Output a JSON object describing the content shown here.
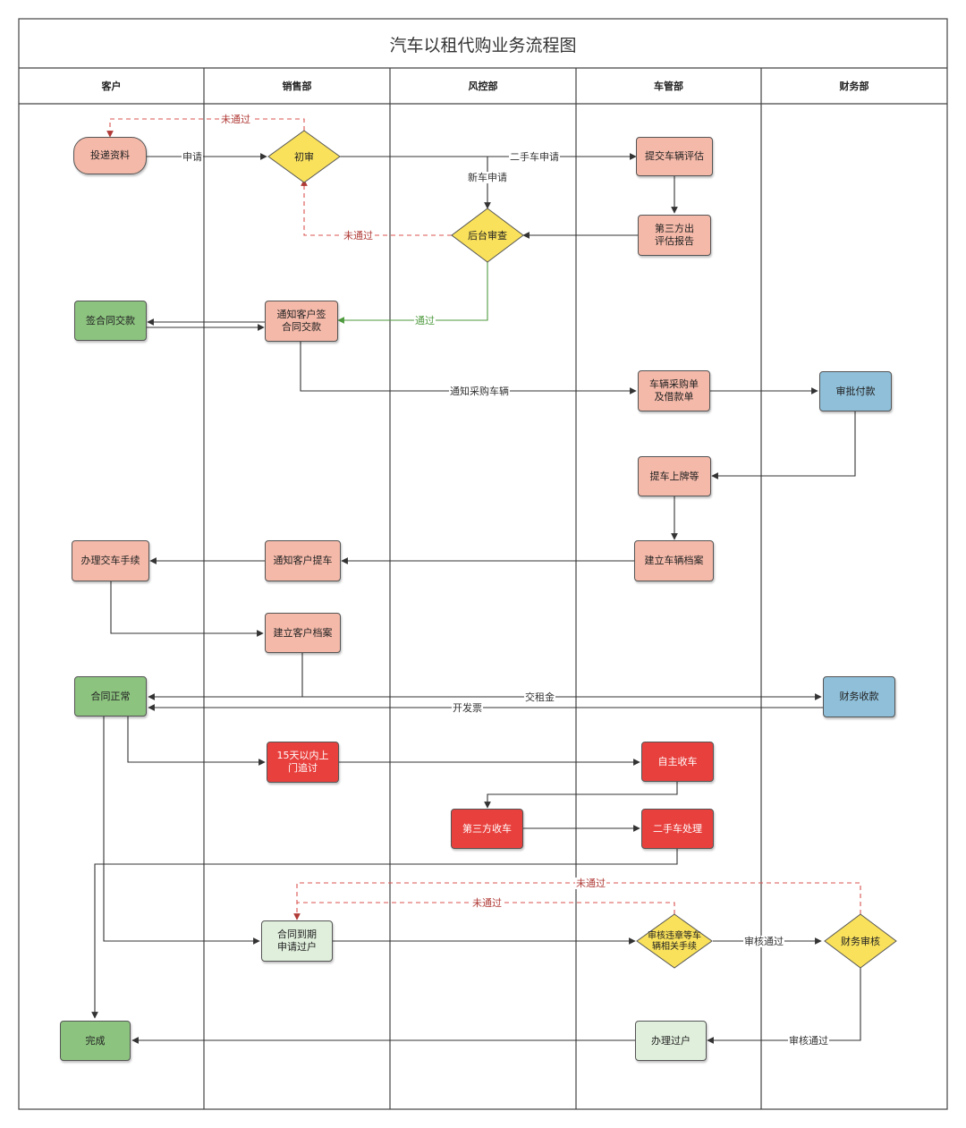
{
  "title": "汽车以租代购业务流程图",
  "lanes": [
    "客户",
    "销售部",
    "风控部",
    "车管部",
    "财务部"
  ],
  "nodes": {
    "submit_docs": "投递资料",
    "initial_review": "初审",
    "submit_eval": "提交车辆评估",
    "third_party_report": "第三方出\n评估报告",
    "backend_review": "后台审查",
    "sign_contract": "签合同交款",
    "notify_sign": "通知客户签\n合同交款",
    "purchase_order": "车辆采购单\n及借款单",
    "approve_pay": "审批付款",
    "pickup_plate": "提车上牌等",
    "create_vehicle_file": "建立车辆档案",
    "notify_pickup": "通知客户提车",
    "handle_delivery": "办理交车手续",
    "create_customer_file": "建立客户档案",
    "contract_normal": "合同正常",
    "finance_collect": "财务收款",
    "visit_15days": "15天以内上\n门追讨",
    "self_collect": "自主收车",
    "third_party_collect": "第三方收车",
    "used_car_process": "二手车处理",
    "contract_expire": "合同到期\n申请过户",
    "review_violations": "审核违章等车\n辆相关手续",
    "finance_review": "财务审核",
    "handle_transfer": "办理过户",
    "done": "完成"
  },
  "edge_labels": {
    "apply": "申请",
    "used_car_apply": "二手车申请",
    "new_car_apply": "新车申请",
    "not_passed_1": "未通过",
    "not_passed_2": "未通过",
    "passed": "通过",
    "notify_purchase": "通知采购车辆",
    "pay_rent": "交租金",
    "invoice": "开发票",
    "not_passed_3": "未通过",
    "not_passed_4": "未通过",
    "review_passed_1": "审核通过",
    "review_passed_2": "审核通过"
  },
  "colors": {
    "pink": "#f4b9a9",
    "green": "#8cc37f",
    "blue": "#8fbfd9",
    "red": "#e8403d",
    "yellow": "#f9e15b",
    "light_green": "#e0efdc",
    "fail_edge": "#d9534f",
    "pass_edge": "#4e9a3e"
  }
}
